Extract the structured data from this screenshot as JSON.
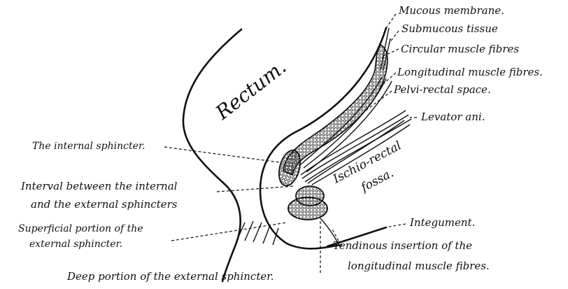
{
  "diagram": {
    "region_labels": {
      "rectum": "Rectum.",
      "ischio_rectal_fossa_line1": "Ischio-rectal",
      "ischio_rectal_fossa_line2": "fossa."
    },
    "labels_right": {
      "mucous_membrane": "Mucous membrane.",
      "submucous_tissue": "Submucous tissue",
      "circular_muscle_fibres": "Circular muscle fibres",
      "longitudinal_muscle_fibres": "Longitudinal muscle fibres.",
      "pelvi_rectal_space": "Pelvi-rectal space.",
      "levator_ani": "Levator ani.",
      "integument": "Integument.",
      "tendinous_insertion_line1": "Tendinous insertion of the",
      "tendinous_insertion_line2": "longitudinal muscle fibres."
    },
    "labels_left": {
      "internal_sphincter": "The internal sphincter.",
      "interval_line1": "Interval between the internal",
      "interval_line2": "and the external sphincters",
      "superficial_line1": "Superficial portion of the",
      "superficial_line2": "external sphincter.",
      "deep_portion": "Deep portion of the external sphincter."
    }
  }
}
